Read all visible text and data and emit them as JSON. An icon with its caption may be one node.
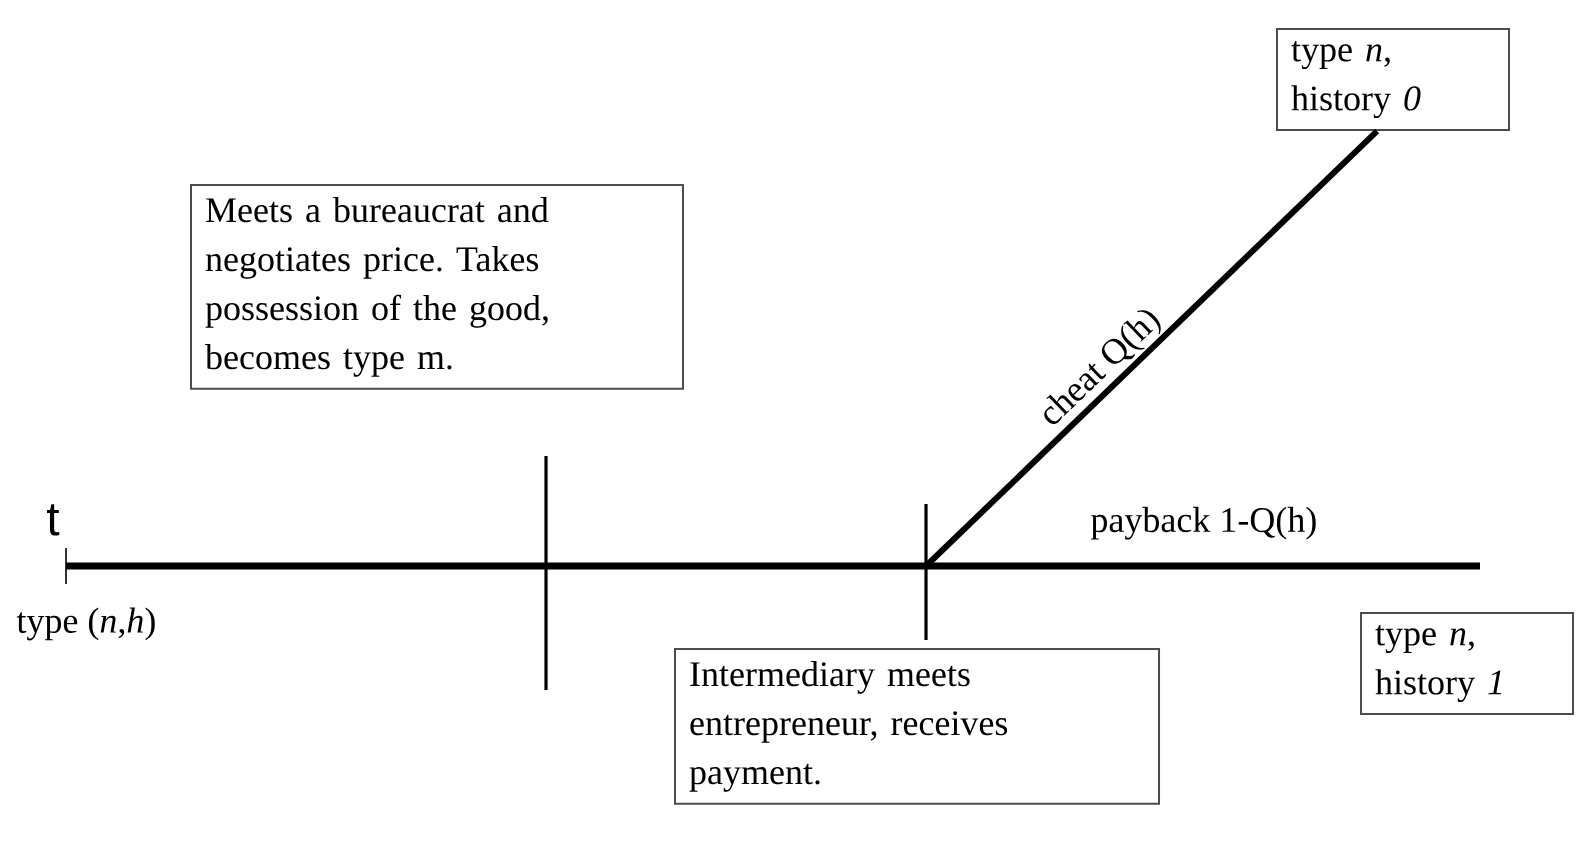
{
  "diagram": {
    "nodes": [
      {
        "text": [
          "Meets a bureaucrat and negotiates price. Takes possession of the good, becomes type m."
        ]
      },
      {
        "text": [
          "Intermediary meets entrepreneur, receives payment."
        ]
      },
      {
        "text": [
          "type *n*, history *0*"
        ]
      },
      {
        "text": [
          "type *n*, history *1*"
        ]
      }
    ],
    "edges": [
      {
        "from": null,
        "to": 2,
        "arrow": "none",
        "label": "cheat Q(h)"
      }
    ],
    "labels": [
      "t",
      "type (*n*,*h*)",
      "payback 1-Q(h)"
    ]
  }
}
